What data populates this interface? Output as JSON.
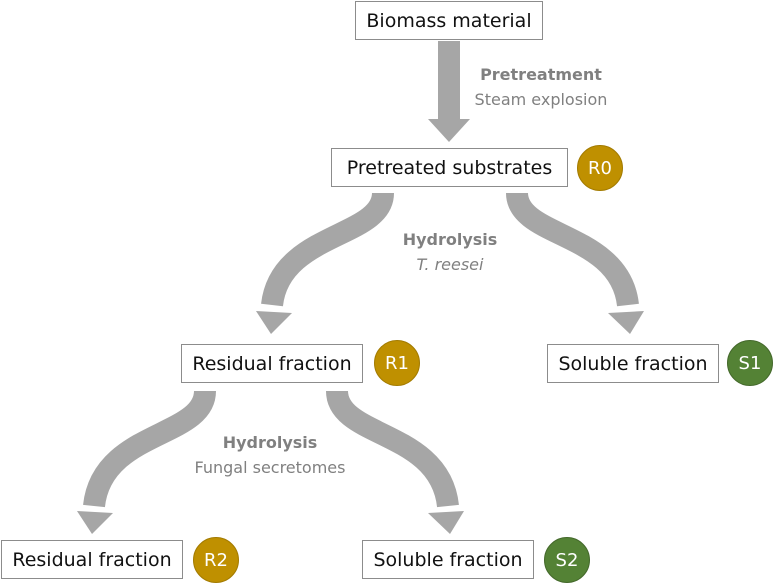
{
  "nodes": {
    "biomass": "Biomass material",
    "pretreated": "Pretreated substrates",
    "residual1": "Residual fraction",
    "soluble1": "Soluble fraction",
    "residual2": "Residual fraction",
    "soluble2": "Soluble fraction"
  },
  "badges": {
    "r0": "R0",
    "r1": "R1",
    "s1": "S1",
    "r2": "R2",
    "s2": "S2"
  },
  "steps": {
    "pretreatment": {
      "title": "Pretreatment",
      "detail": "Steam explosion"
    },
    "hydrolysis1": {
      "title": "Hydrolysis",
      "detail": "T. reesei"
    },
    "hydrolysis2": {
      "title": "Hydrolysis",
      "detail": "Fungal secretomes"
    }
  },
  "colors": {
    "arrow": "#a6a6a6",
    "residual_badge": "#bf9000",
    "soluble_badge": "#548235"
  }
}
